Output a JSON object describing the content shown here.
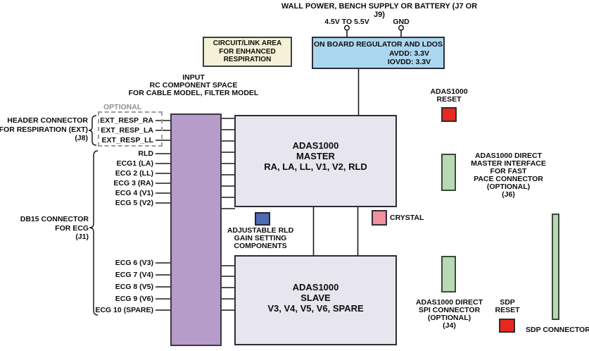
{
  "colors": {
    "purple": "#b59cc9",
    "box_fill": "#e7e5ee",
    "cream": "#f4f1d7",
    "light_blue": "#abd6ef",
    "blue_accent": "#4d6cb3",
    "pink": "#f2919e",
    "red": "#e8281e",
    "green": "#b7d9b4",
    "line": "#1a1a1a",
    "dashed_gray": "#9b9b9b",
    "muted_text": "#8f8f95"
  },
  "top": {
    "title": "WALL POWER, BENCH SUPPLY OR BATTERY (J7 OR J9)",
    "supply_label": "4.5V TO 5.5V",
    "gnd_label": "GND"
  },
  "circuit_link": {
    "line1": "CIRCUIT/LINK AREA",
    "line2": "FOR ENHANCED",
    "line3": "RESPIRATION"
  },
  "regulator": {
    "line1": "ON BOARD REGULATOR AND LDOS",
    "line2": "AVDD: 3.3V",
    "line3": "IOVDD: 3.3V"
  },
  "input_space": {
    "line1": "INPUT",
    "line2": "RC COMPONENT SPACE",
    "line3": "FOR CABLE MODEL, FILTER MODEL"
  },
  "left": {
    "optional": "OPTIONAL",
    "header_connector": {
      "line1": "HEADER CONNECTOR",
      "line2": "FOR RESPIRATION (EXT)",
      "line3": "(J8)"
    },
    "ext_resp": [
      "EXT_RESP_RA",
      "EXT_RESP_LA",
      "EXT_RESP_LL"
    ],
    "db15": {
      "line1": "DB15 CONNECTOR",
      "line2": "FOR ECG",
      "line3": "(J1)"
    },
    "ecg_master": [
      "RLD",
      "ECG1 (LA)",
      "ECG 2 (LL)",
      "ECG 3 (RA)",
      "ECG 4 (V1)",
      "ECG 5 (V2)"
    ],
    "ecg_slave": [
      "ECG 6 (V3)",
      "ECG 7 (V4)",
      "ECG 8 (V5)",
      "ECG 9 (V6)",
      "ECG 10 (SPARE)"
    ]
  },
  "master": {
    "line1": "ADAS1000",
    "line2": "MASTER",
    "line3": "RA, LA, LL, V1, V2, RLD"
  },
  "slave": {
    "line1": "ADAS1000",
    "line2": "SLAVE",
    "line3": "V3, V4, V5, V6, SPARE"
  },
  "rld_gain": {
    "line1": "ADJUSTABLE RLD",
    "line2": "GAIN SETTING",
    "line3": "COMPONENTS"
  },
  "crystal_label": "CRYSTAL",
  "right": {
    "adas_reset": {
      "line1": "ADAS1000",
      "line2": "RESET"
    },
    "j6": [
      "ADAS1000 DIRECT",
      "MASTER INTERFACE",
      "FOR FAST",
      "PACE CONNECTOR",
      "(OPTIONAL)",
      "(J6)"
    ],
    "j4": [
      "ADAS1000 DIRECT",
      "SPI CONNECTOR",
      "(OPTIONAL)",
      "(J4)"
    ],
    "sdp_reset": {
      "line1": "SDP",
      "line2": "RESET"
    },
    "sdp_connector": "SDP CONNECTOR"
  }
}
